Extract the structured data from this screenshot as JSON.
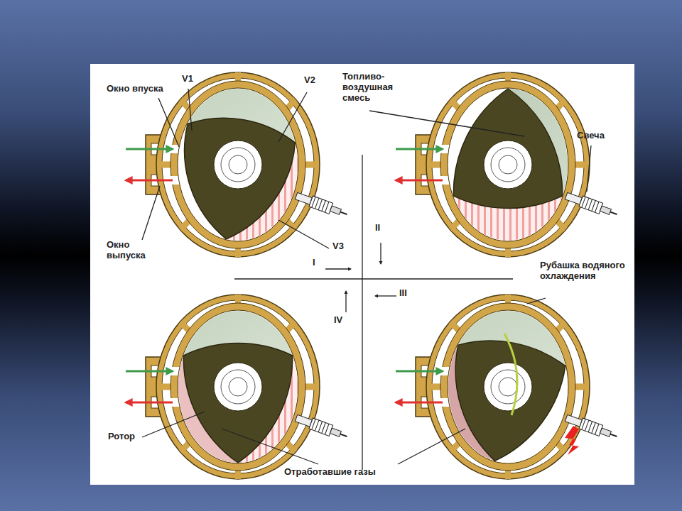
{
  "diagram": {
    "labels": [
      "V1",
      "V2",
      "Топливо-воздушная смесь",
      "Окно впуска",
      "Свеча",
      "II",
      "Окно выпуска",
      "V3",
      "I",
      "III",
      "IV",
      "Рубашка водяного охлаждения",
      "Ротор",
      "Отработавшие газы"
    ]
  }
}
